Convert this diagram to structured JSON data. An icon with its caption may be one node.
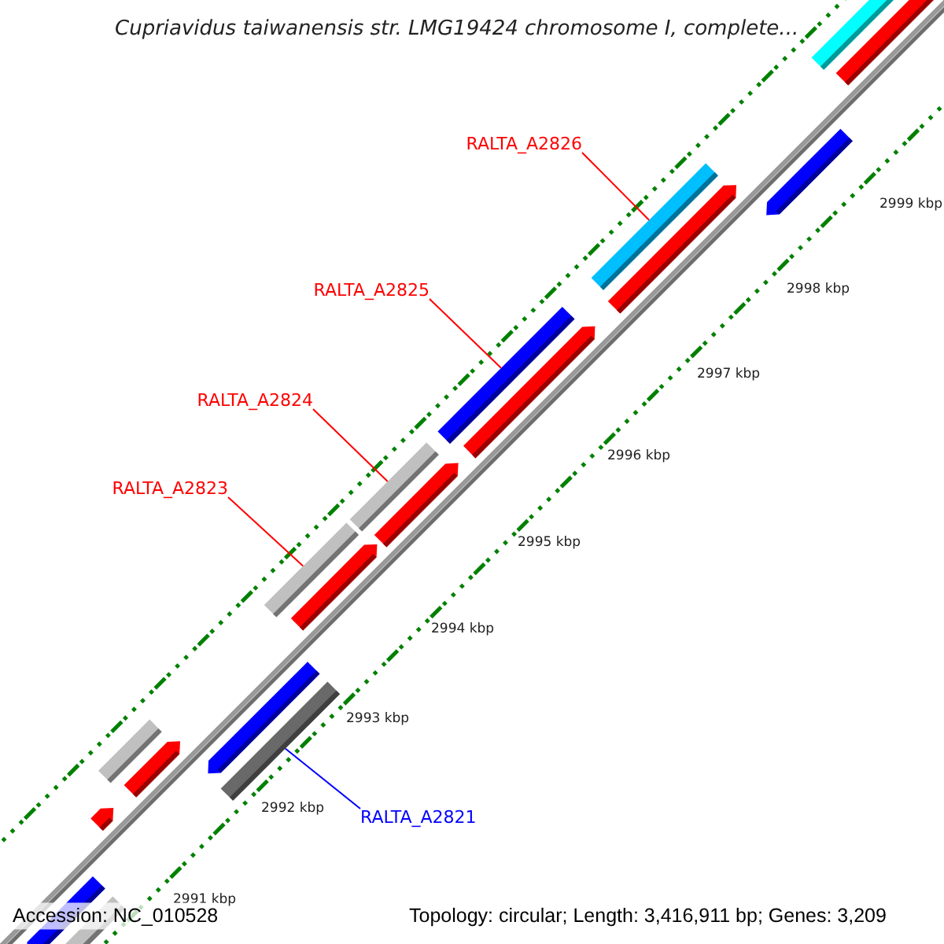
{
  "diagram": {
    "title": "Cupriavidus taiwanensis str. LMG19424 chromosome I, complete...",
    "nodes": [
      {
        "text": [
          "RALTA_A2826"
        ]
      },
      {
        "text": [
          "RALTA_A2825"
        ]
      },
      {
        "text": [
          "RALTA_A2824"
        ]
      },
      {
        "text": [
          "RALTA_A2823"
        ]
      },
      {
        "text": [
          "RALTA_A2821"
        ]
      },
      {
        "text": [],
        "shape": "bar"
      },
      {
        "text": [],
        "shape": "bar"
      },
      {
        "text": [],
        "shape": "bar"
      },
      {
        "text": [],
        "shape": "bar"
      },
      {
        "text": [],
        "shape": "bar"
      }
    ],
    "edges": [
      {
        "from": 0,
        "to": 5,
        "arrow": "none"
      },
      {
        "from": 1,
        "to": 6,
        "arrow": "none"
      },
      {
        "from": 2,
        "to": 7,
        "arrow": "none"
      },
      {
        "from": 3,
        "to": 8,
        "arrow": "none"
      },
      {
        "from": 4,
        "to": 9,
        "arrow": "none",
        "color": "#0000ff"
      }
    ],
    "labels": [
      "2999 kbp",
      "2998 kbp",
      "2997 kbp",
      "2996 kbp",
      "2995 kbp",
      "2994 kbp",
      "2993 kbp",
      "2992 kbp",
      "2991 kbp",
      "Accession: NC_010528",
      "Topology: circular; Length: 3,416,911 bp; Genes: 3,209"
    ]
  }
}
